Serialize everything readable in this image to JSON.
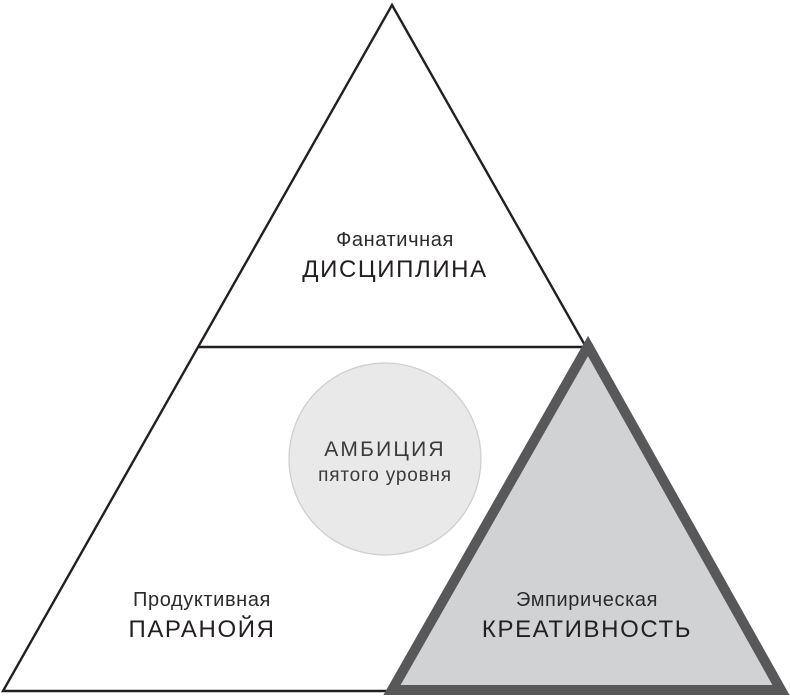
{
  "diagram": {
    "type": "triangle-framework",
    "background_color": "#ffffff",
    "outline_color": "#231f20",
    "highlight_fill_color": "#d0d2d4",
    "highlight_border_color": "#58585a",
    "circle_fill_color": "#e9e9ea",
    "circle_stroke_color": "#cfcfd0",
    "sections": {
      "top": {
        "line1": "Фанатичная",
        "line2": "ДИСЦИПЛИНА"
      },
      "bottom_left": {
        "line1": "Продуктивная",
        "line2": "ПАРАНОЙЯ"
      },
      "bottom_right": {
        "line1": "Эмпирическая",
        "line2": "КРЕАТИВНОСТЬ"
      },
      "center": {
        "line1": "АМБИЦИЯ",
        "line2": "пятого уровня"
      }
    }
  }
}
